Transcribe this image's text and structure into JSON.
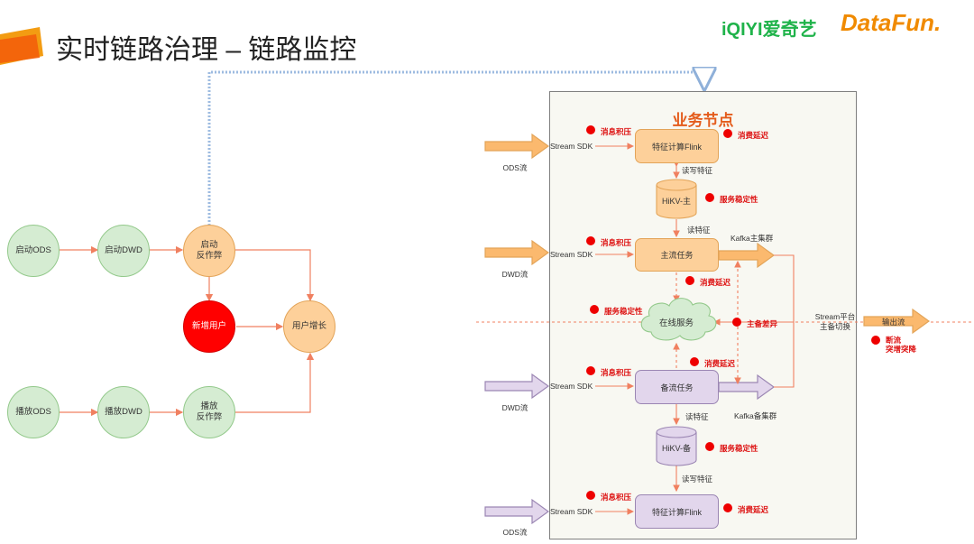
{
  "header": {
    "title": "实时链路治理 – 链路监控",
    "logo_iqiyi": "iQIYI爱奇艺",
    "logo_datafun": "DataFun."
  },
  "left_diagram": {
    "nodes": {
      "start_ods": "启动ODS",
      "start_dwd": "启动DWD",
      "start_anti_cheat": "启动\n反作弊",
      "new_users": "新增用户",
      "user_growth": "用户增长",
      "play_ods": "播放ODS",
      "play_dwd": "播放DWD",
      "play_anti_cheat": "播放\n反作弊"
    }
  },
  "business": {
    "title": "业务节点",
    "inputs": {
      "ods_top": "ODS流",
      "dwd_top": "DWD流",
      "dwd_bottom": "DWD流",
      "ods_bottom": "ODS流"
    },
    "sdk": {
      "s1": "Stream SDK",
      "s2": "Stream SDK",
      "s3": "Stream SDK",
      "s4": "Stream SDK"
    },
    "nodes": {
      "flink_top": "特征计算Flink",
      "hikv_main": "HiKV-主",
      "main_task": "主流任务",
      "online_service": "在线服务",
      "backup_task": "备流任务",
      "hikv_backup": "HiKV-备",
      "flink_bottom": "特征计算Flink"
    },
    "edge_labels": {
      "rw1": "读写特征",
      "r1": "读特征",
      "kafka_main": "Kafka主集群",
      "kafka_backup": "Kafka备集群",
      "r2": "读特征",
      "rw2": "读写特征",
      "switch": "Stream平台\n主备切换"
    },
    "output": "输出流"
  },
  "alerts": {
    "a1": "消息积压",
    "a2": "消费延迟",
    "a3": "服务稳定性",
    "a4": "消息积压",
    "a5": "消费延迟",
    "a6": "服务稳定性",
    "a7": "主备差异",
    "a8": "消费延迟",
    "a9": "消息积压",
    "a10": "服务稳定性",
    "a11": "消息积压",
    "a12": "消费延迟",
    "a13": "断流\n突增突降"
  },
  "colors": {
    "orange_fill": "#fdd09a",
    "green_fill": "#d5ecd2",
    "purple_fill": "#e2d6ec",
    "alert_red": "#ee0000",
    "line": "#f08060",
    "title_accent": "#e45c1c"
  }
}
